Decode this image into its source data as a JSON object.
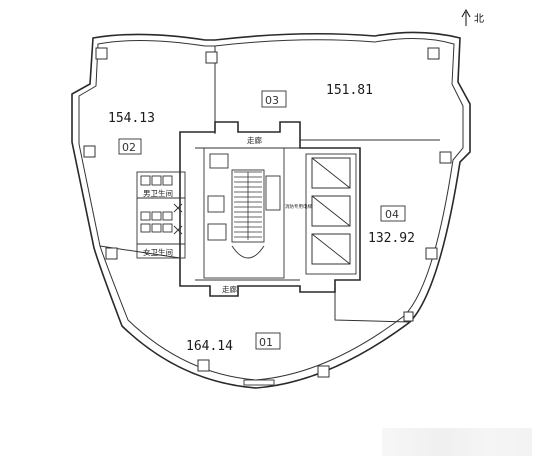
{
  "north": {
    "label": "北",
    "icon": "north-arrow-icon"
  },
  "units": [
    {
      "id": "01",
      "area": "164.14"
    },
    {
      "id": "02",
      "area": "154.13"
    },
    {
      "id": "03",
      "area": "151.81"
    },
    {
      "id": "04",
      "area": "132.92"
    }
  ],
  "core": {
    "corridor_top": "走廊",
    "corridor_bottom": "走廊",
    "male_wc": "男卫生间",
    "female_wc": "女卫生间",
    "fire_lift": "消防专用电梯"
  },
  "watermark": {
    "icon": "watermark-blur"
  }
}
